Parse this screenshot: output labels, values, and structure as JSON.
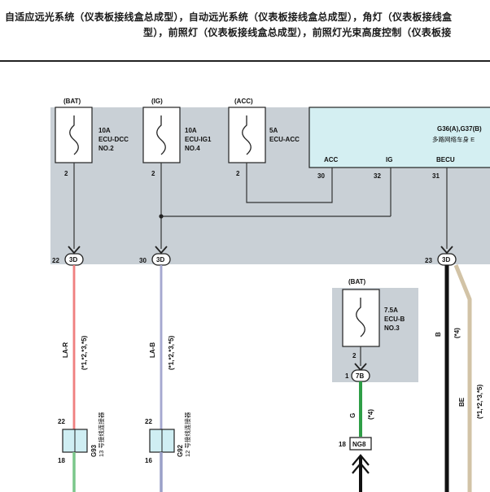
{
  "header": {
    "line1": "自适应远光系统（仪表板接线盒总成型），自动远光系统（仪表板接线盒总成型），角灯（仪表板接线盒",
    "line2": "型），前照灯（仪表板接线盒总成型），前照灯光束高度控制（仪表板接"
  },
  "fuses": [
    {
      "source": "(BAT)",
      "rating": "10A",
      "name": "ECU-DCC",
      "no": "NO.2",
      "pin": "2"
    },
    {
      "source": "(IG)",
      "rating": "10A",
      "name": "ECU-IG1",
      "no": "NO.4",
      "pin": "2"
    },
    {
      "source": "(ACC)",
      "rating": "5A",
      "name": "ECU-ACC",
      "pin": "2"
    }
  ],
  "ecu": {
    "id": "G36(A),G37(B)",
    "name": "多路网络车身 E",
    "terminals": [
      {
        "name": "ACC",
        "pin": "30"
      },
      {
        "name": "IG",
        "pin": "32"
      },
      {
        "name": "BECU",
        "pin": "31"
      }
    ]
  },
  "connectors_3d": [
    {
      "pin": "22",
      "label": "3D"
    },
    {
      "pin": "30",
      "label": "3D"
    },
    {
      "pin": "23",
      "label": "3D"
    }
  ],
  "fuse_b": {
    "source": "(BAT)",
    "rating": "7.5A",
    "name": "ECU-B",
    "no": "NO.3",
    "pin": "2"
  },
  "connector_7b": {
    "pin": "1",
    "label": "7B"
  },
  "wires": [
    {
      "color_code": "LA-R",
      "note": "(*1,*2,*3,*5)",
      "stroke": "#e94a4a"
    },
    {
      "color_code": "LA-B",
      "note": "(*1,*2,*3,*5)",
      "stroke": "#7a7fb8"
    },
    {
      "color_code": "B",
      "note": "(*4)",
      "stroke": "#111111"
    },
    {
      "color_code": "BE",
      "note": "(*1,*2,*3,*5)",
      "stroke": "#d2c3a6"
    },
    {
      "color_code": "G",
      "note": "(*4)",
      "stroke": "#2e9e46"
    }
  ],
  "junctions": [
    {
      "id": "G93",
      "desc": "13 号接线连接器",
      "pin_top": "22",
      "pin_bottom": "18"
    },
    {
      "id": "G92",
      "desc": "12 号接线连接器",
      "pin_top": "22",
      "pin_bottom": "16"
    }
  ],
  "connector_ng8": {
    "pin": "18",
    "label": "NG8"
  },
  "colors": {
    "panel_gray": "#c9d0d6",
    "ecu_cyan": "#d4eff2",
    "junction_cyan": "#cfeef3",
    "green_wire": "#7ac78a"
  }
}
